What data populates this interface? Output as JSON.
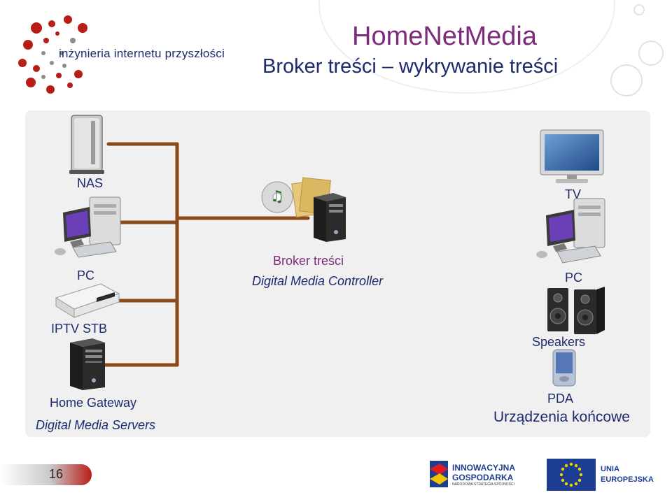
{
  "header": {
    "title": "HomeNetMedia",
    "subtitle": "Broker treści – wykrywanie treści",
    "logo_text": "inżynieria internetu przyszłości"
  },
  "devices": {
    "nas": "NAS",
    "pc_left": "PC",
    "iptv": "IPTV STB",
    "home_gateway": "Home Gateway",
    "servers_group": "Digital Media Servers",
    "broker_title": "Broker treści",
    "broker_subtitle": "Digital Media Controller",
    "tv": "TV",
    "pc_right": "PC",
    "speakers": "Speakers",
    "pda": "PDA",
    "renderers_group": "Urządzenia końcowe"
  },
  "footer": {
    "page_number": "16",
    "logo_ig_line1": "INNOWACYJNA",
    "logo_ig_line2": "GOSPODARKA",
    "logo_ig_line3": "NARODOWA STRATEGIA SPÓJNOŚCI",
    "logo_eu_line1": "UNIA",
    "logo_eu_line2": "EUROPEJSKA"
  },
  "colors": {
    "title_purple": "#7b2b7a",
    "text_navy": "#1c2a6e",
    "wire_brown": "#8b4a1a",
    "panel_gray": "#f0f0f0"
  }
}
